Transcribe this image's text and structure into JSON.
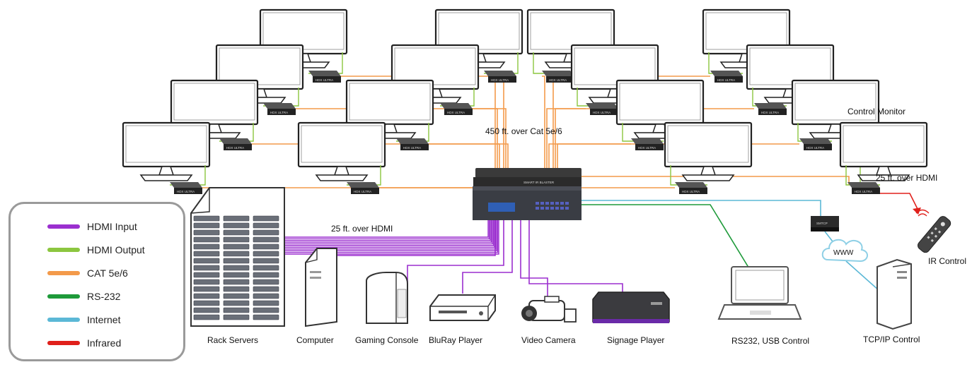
{
  "labels": {
    "cat_distance": "450 ft. over Cat 5e/6",
    "hdmi_input_distance": "25 ft. over HDMI",
    "hdmi_control_distance": "25 ft. over HDMI",
    "control_monitor": "Control Monitor",
    "ir_control": "IR Control",
    "tcpip_control": "TCP/IP Control",
    "rs232_control": "RS232, USB Control",
    "www": "WWW",
    "smtcp": "SMTCP",
    "hdx_ultra": "HDX ULTRA",
    "switch_label": "SMART IR BLASTER"
  },
  "sources": [
    {
      "id": "rack-servers",
      "label": "Rack Servers"
    },
    {
      "id": "computer",
      "label": "Computer"
    },
    {
      "id": "gaming-console",
      "label": "Gaming Console"
    },
    {
      "id": "bluray-player",
      "label": "BluRay Player"
    },
    {
      "id": "video-camera",
      "label": "Video Camera"
    },
    {
      "id": "signage-player",
      "label": "Signage Player"
    }
  ],
  "legend": [
    {
      "label": "HDMI Input",
      "color": "#9b2fcf"
    },
    {
      "label": "HDMI Output",
      "color": "#8cc63f"
    },
    {
      "label": "CAT 5e/6",
      "color": "#f39a4a"
    },
    {
      "label": "RS-232",
      "color": "#1e9a3a"
    },
    {
      "label": "Internet",
      "color": "#5bb8d6"
    },
    {
      "label": "Infrared",
      "color": "#e0201b"
    }
  ],
  "colors": {
    "hdmi_input": "#9b2fcf",
    "hdmi_output": "#8cc63f",
    "cat": "#f39a4a",
    "rs232": "#1e9a3a",
    "internet": "#5bb8d6",
    "infrared": "#e0201b"
  }
}
